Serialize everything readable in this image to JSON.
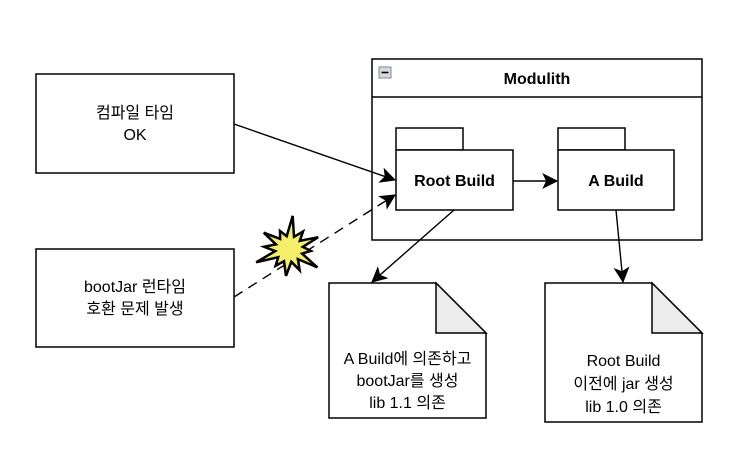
{
  "diagram": {
    "boxes": {
      "compile_time": {
        "lines": [
          "컴파일 타임",
          "OK"
        ]
      },
      "runtime_issue": {
        "lines": [
          "bootJar 런타임",
          "호환 문제 발생"
        ]
      }
    },
    "frame": {
      "title": "Modulith",
      "collapse_icon": "minus-square-icon"
    },
    "packages": {
      "root_build": {
        "label": "Root Build"
      },
      "a_build": {
        "label": "A Build"
      }
    },
    "notes": {
      "root_note": {
        "lines": [
          "A Build에 의존하고",
          "bootJar를 생성",
          "lib 1.1 의존"
        ]
      },
      "a_note": {
        "lines": [
          "Root Build",
          "이전에 jar 생성",
          "lib 1.0 의존"
        ]
      }
    },
    "explosion": {
      "icon": "explosion-icon",
      "color": "#F5EE6A"
    },
    "edges": [
      {
        "from": "compile_time",
        "to": "root_build",
        "style": "solid"
      },
      {
        "from": "runtime_issue",
        "to": "root_build",
        "style": "dashed"
      },
      {
        "from": "root_build",
        "to": "a_build",
        "style": "solid"
      },
      {
        "from": "root_build",
        "to": "root_note",
        "style": "solid"
      },
      {
        "from": "a_build",
        "to": "a_note",
        "style": "solid"
      }
    ]
  }
}
